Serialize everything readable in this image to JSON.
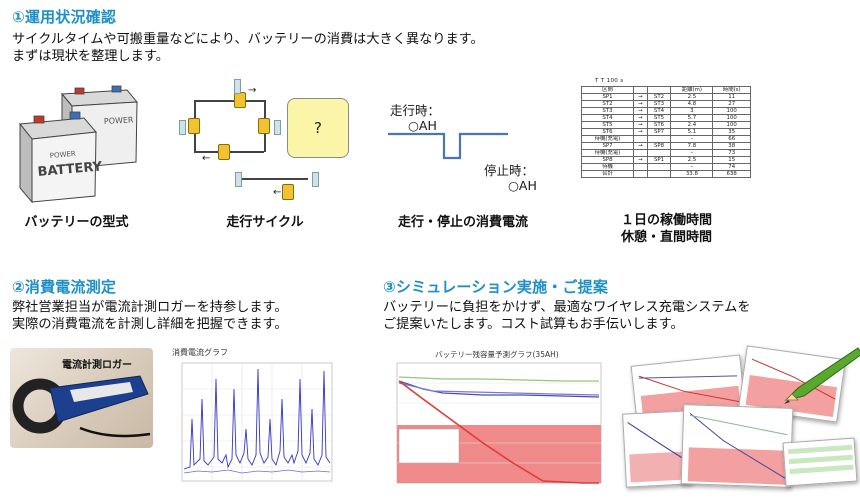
{
  "section1": {
    "title": "①運用状況確認",
    "lines": [
      "サイクルタイムや可搬重量などにより、バッテリーの消費は大きく異なります。",
      "まずは現状を整理します。"
    ]
  },
  "battery": {
    "label": "BATTERY",
    "brand": "POWER",
    "caption": "バッテリーの型式"
  },
  "cycle": {
    "caption": "走行サイクル",
    "question": "?"
  },
  "current": {
    "running_label": "走行時：",
    "running_value": "○AH",
    "stop_label": "停止時：",
    "stop_value": "○AH",
    "caption": "走行・停止の消費電流"
  },
  "schedule": {
    "header": "T T          100    s",
    "columns": [
      "区間",
      "",
      "",
      "距離(m)",
      "時間(s)"
    ],
    "rows": [
      [
        "SP1",
        "→",
        "ST2",
        "2.5",
        "11"
      ],
      [
        "ST2",
        "→",
        "ST3",
        "4.8",
        "27"
      ],
      [
        "ST3",
        "→",
        "ST4",
        "3",
        "100"
      ],
      [
        "ST4",
        "→",
        "ST5",
        "5.7",
        "100"
      ],
      [
        "ST5",
        "→",
        "ST6",
        "2.4",
        "100"
      ],
      [
        "ST6",
        "→",
        "SP7",
        "5.1",
        "35"
      ],
      [
        "待機(充電)",
        "",
        "",
        "–",
        "66"
      ],
      [
        "SP7",
        "→",
        "SP8",
        "7.8",
        "38"
      ],
      [
        "待機(充電)",
        "",
        "",
        "–",
        "73"
      ],
      [
        "SP8",
        "→",
        "SP1",
        "2.5",
        "15"
      ],
      [
        "待機",
        "",
        "",
        "–",
        "74"
      ],
      [
        "合計",
        "",
        "",
        "33.8",
        "638"
      ]
    ],
    "caption_line1": "１日の稼働時間",
    "caption_line2": "休憩・直間時間"
  },
  "section2": {
    "title": "②消費電流測定",
    "lines": [
      "弊社営業担当が電流計測ロガーを持参します。",
      "実際の消費電流を計測し詳細を把握できます。"
    ],
    "photo_label": "電流計測ロガー",
    "graph_title": "消費電流グラフ"
  },
  "section3": {
    "title": "③シミュレーション実施・ご提案",
    "lines": [
      "バッテリーに負担をかけず、最適なワイヤレス充電システムを",
      "ご提案いたします。コスト試算もお手伝いします。"
    ],
    "chart_title": "バッテリー残容量予測グラフ(35AH)"
  },
  "colors": {
    "accent": "#1e8fc8",
    "question_bg": "#fbf5a8",
    "pencil": "#5aa82e"
  }
}
